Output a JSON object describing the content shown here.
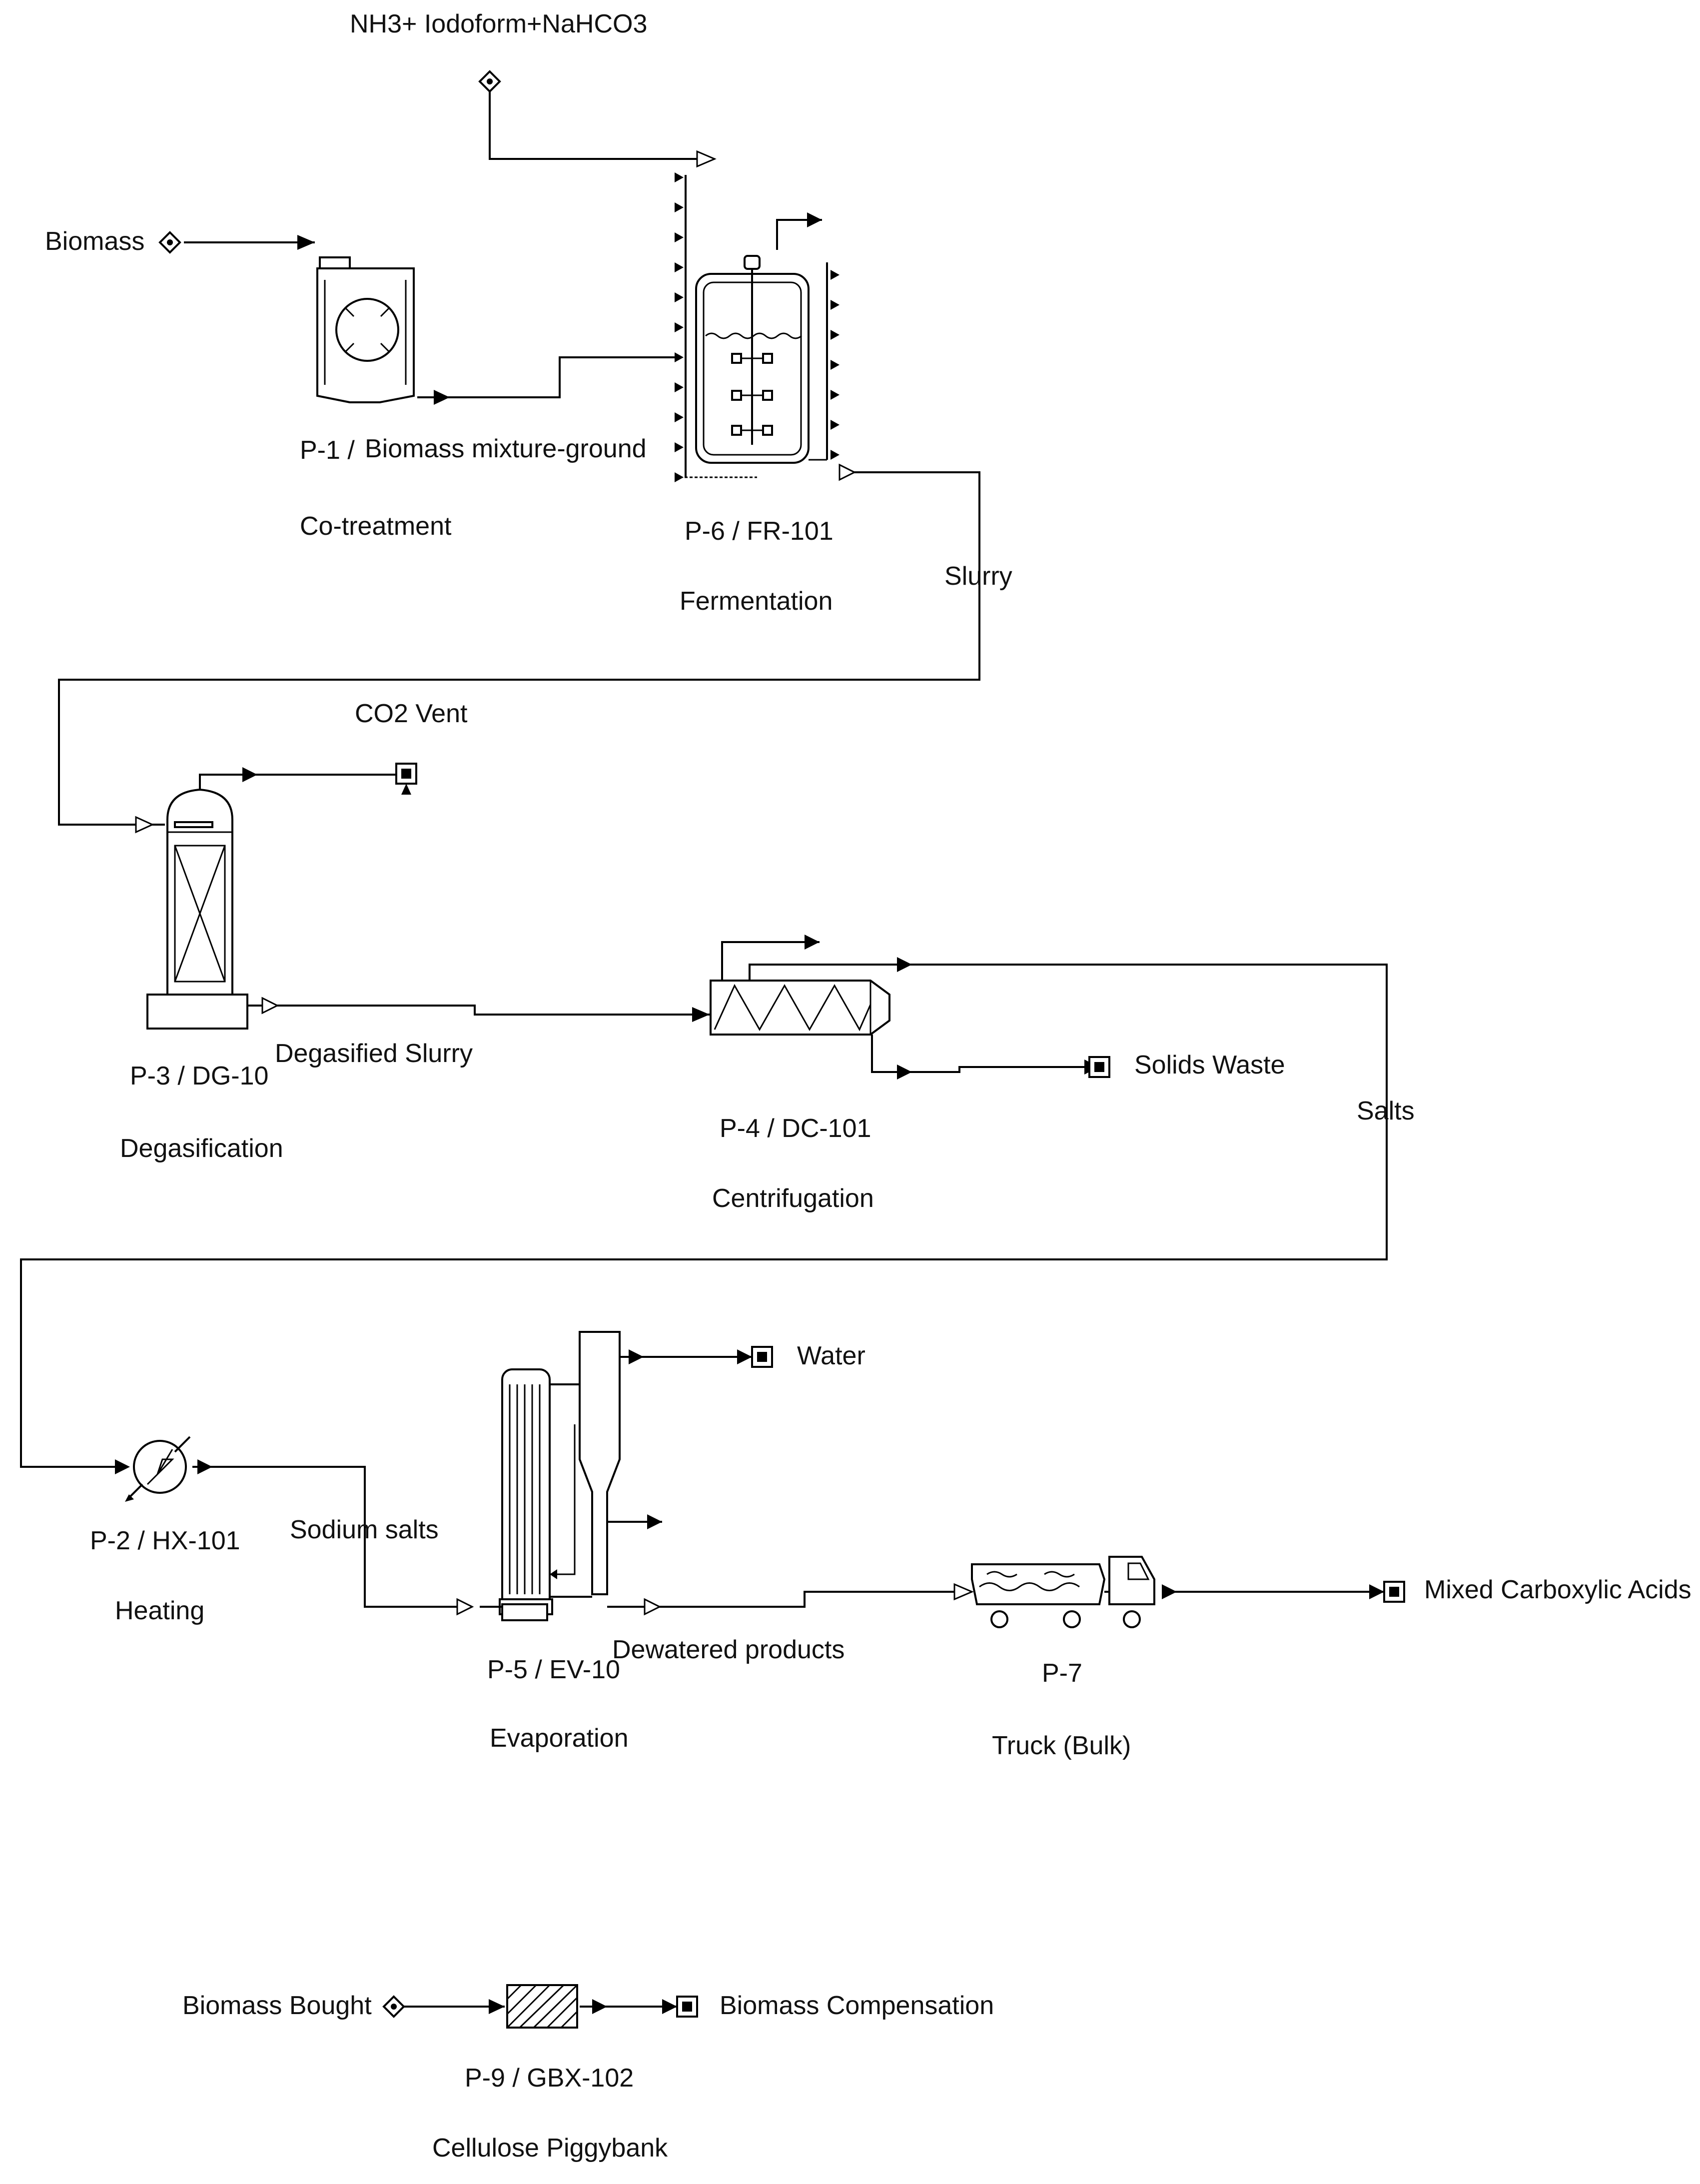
{
  "streams": {
    "nh3_feed": "NH3+ Iodoform+NaHCO3",
    "biomass": "Biomass",
    "biomass_mixture": "Biomass mixture-ground",
    "slurry": "Slurry",
    "co2_vent": "CO2 Vent",
    "degasified_slurry": "Degasified Slurry",
    "solids_waste": "Solids Waste",
    "salts": "Salts",
    "water": "Water",
    "sodium_salts": "Sodium salts",
    "dewatered_products": "Dewatered products",
    "mixed_carboxylic_acids": "Mixed Carboxylic Acids",
    "biomass_bought": "Biomass Bought",
    "biomass_compensation": "Biomass Compensation"
  },
  "units": {
    "p1": {
      "id": "P-1 /",
      "name": "Co-treatment"
    },
    "p6": {
      "id": "P-6 / FR-101",
      "name": "Fermentation"
    },
    "p3": {
      "id": "P-3 / DG-10",
      "name": "Degasification"
    },
    "p4": {
      "id": "P-4 / DC-101",
      "name": "Centrifugation"
    },
    "p2": {
      "id": "P-2 / HX-101",
      "name": "Heating"
    },
    "p5": {
      "id": "P-5 / EV-10",
      "name": "Evaporation"
    },
    "p7": {
      "id": "P-7",
      "name": "Truck (Bulk)"
    },
    "p9": {
      "id": "P-9 / GBX-102",
      "name": "Cellulose Piggybank"
    }
  }
}
